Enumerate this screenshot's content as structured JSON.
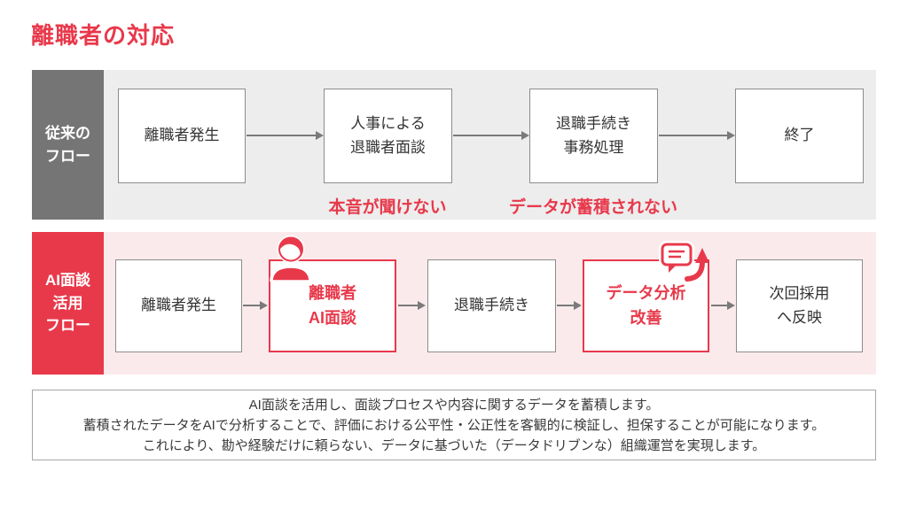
{
  "title": "離職者の対応",
  "colors": {
    "accent_red": "#E8394B",
    "label_gray": "#757575",
    "band_gray": "#EDEDED",
    "band_pink": "#FBEAEC",
    "box_border_gray": "#8C8C8C",
    "arrow_gray": "#7A7A7A"
  },
  "traditional_flow": {
    "label": "従来の\nフロー",
    "boxes": [
      "離職者発生",
      "人事による\n退職者面談",
      "退職手続き\n事務処理",
      "終了"
    ],
    "issues": [
      "本音が聞けない",
      "データが蓄積されない"
    ]
  },
  "ai_flow": {
    "label": "AI面談\n活用\nフロー",
    "boxes": [
      "離職者発生",
      "離職者\nAI面談",
      "退職手続き",
      "データ分析\n改善",
      "次回採用\nへ反映"
    ],
    "icons": [
      "person-icon",
      "speech-bubble-refresh-icon"
    ]
  },
  "description_lines": [
    "AI面談を活用し、面談プロセスや内容に関するデータを蓄積します。",
    "蓄積されたデータをAIで分析することで、評価における公平性・公正性を客観的に検証し、担保することが可能になります。",
    "これにより、勘や経験だけに頼らない、データに基づいた（データドリブンな）組織運営を実現します。"
  ]
}
